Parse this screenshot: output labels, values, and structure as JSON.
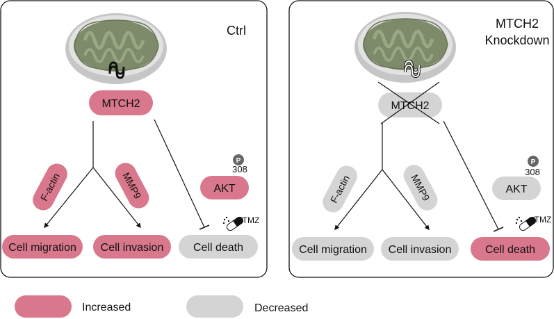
{
  "colors": {
    "increased": "#d9778c",
    "decreased": "#d4d4d4",
    "mito_outer": "#c8c8c8",
    "mito_inner": "#7d8a6a",
    "line": "#111111",
    "phospho": "#666666"
  },
  "icons": [
    "mitochondrion-icon",
    "mtch2-protein-icon",
    "phosphate-icon",
    "tmz-capsule-icon"
  ],
  "legend": {
    "increased": "Increased",
    "decreased": "Decreased"
  },
  "panels": {
    "ctrl": {
      "title_lines": [
        "Ctrl"
      ],
      "mtch2": "MTCH2",
      "f_actin": "F-actin",
      "mmp9": "MMP9",
      "akt": "AKT",
      "akt_site": "308",
      "phospho": "P",
      "tmz": "TMZ",
      "migration": "Cell migration",
      "invasion": "Cell invasion",
      "death": "Cell death"
    },
    "knockdown": {
      "title_lines": [
        "MTCH2",
        "Knockdown"
      ],
      "mtch2": "MTCH2",
      "f_actin": "F-actin",
      "mmp9": "MMP9",
      "akt": "AKT",
      "akt_site": "308",
      "phospho": "P",
      "tmz": "TMZ",
      "migration": "Cell migration",
      "invasion": "Cell invasion",
      "death": "Cell death"
    }
  }
}
